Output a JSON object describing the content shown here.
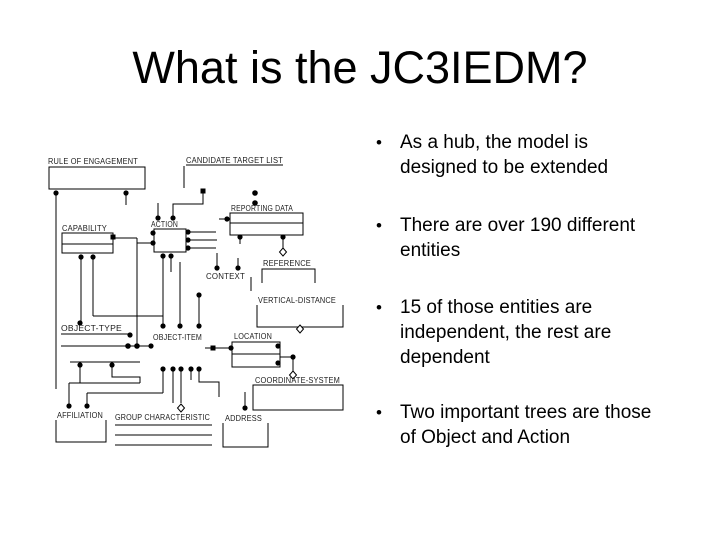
{
  "slide": {
    "title": "What is the JC3IEDM?",
    "bullet_marker": "•",
    "bullets": [
      {
        "text": "As a hub, the model is\ndesigned to be extended"
      },
      {
        "text": "There are over 190 different\nentities"
      },
      {
        "text": "15 of those entities are\nindependent, the rest are\ndependent"
      },
      {
        "text": "Two important trees are those\nof Object and Action"
      }
    ]
  },
  "diagram": {
    "entities": {
      "rule_of_engagement": "RULE OF ENGAGEMENT",
      "candidate_target_list": "CANDIDATE TARGET LIST",
      "reporting_data": "REPORTING DATA",
      "capability": "CAPABILITY",
      "action": "ACTION",
      "context": "CONTEXT",
      "reference": "REFERENCE",
      "vertical_distance": "VERTICAL-DISTANCE",
      "object_type": "OBJECT-TYPE",
      "object_item": "OBJECT-ITEM",
      "location": "LOCATION",
      "coordinate_system": "COORDINATE-SYSTEM",
      "affiliation": "AFFILIATION",
      "group_characteristic": "GROUP CHARACTERISTIC",
      "address": "ADDRESS"
    }
  }
}
